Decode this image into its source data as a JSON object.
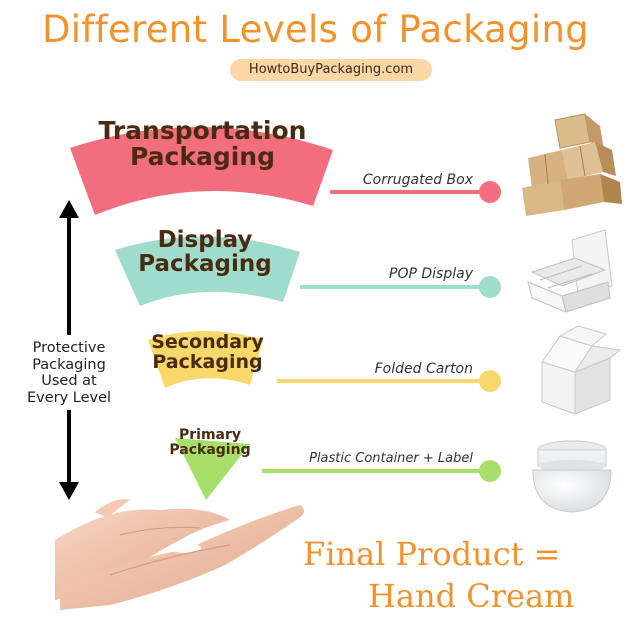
{
  "title": "Different Levels of Packaging",
  "site": "HowtoBuyPackaging.com",
  "levels": [
    {
      "line1": "Transportation",
      "line2": "Packaging",
      "item": "Corrugated Box",
      "color": "#f26d7d",
      "image": "stacked-cardboard-boxes"
    },
    {
      "line1": "Display",
      "line2": "Packaging",
      "item": "POP Display",
      "color": "#9fdccb",
      "image": "pop-display-stand"
    },
    {
      "line1": "Secondary",
      "line2": "Packaging",
      "item": "Folded Carton",
      "color": "#f8d86a",
      "image": "folded-white-carton"
    },
    {
      "line1": "Primary",
      "line2": "Packaging",
      "item": "Plastic Container + Label",
      "color": "#a8de6a",
      "image": "plastic-cream-jar"
    }
  ],
  "side_label": [
    "Protective",
    "Packaging",
    "Used at",
    "Every Level"
  ],
  "final": {
    "line1": "Final Product =",
    "line2": "Hand Cream"
  },
  "colors": {
    "accent": "#f2922c",
    "text_dark": "#4a2a10"
  }
}
